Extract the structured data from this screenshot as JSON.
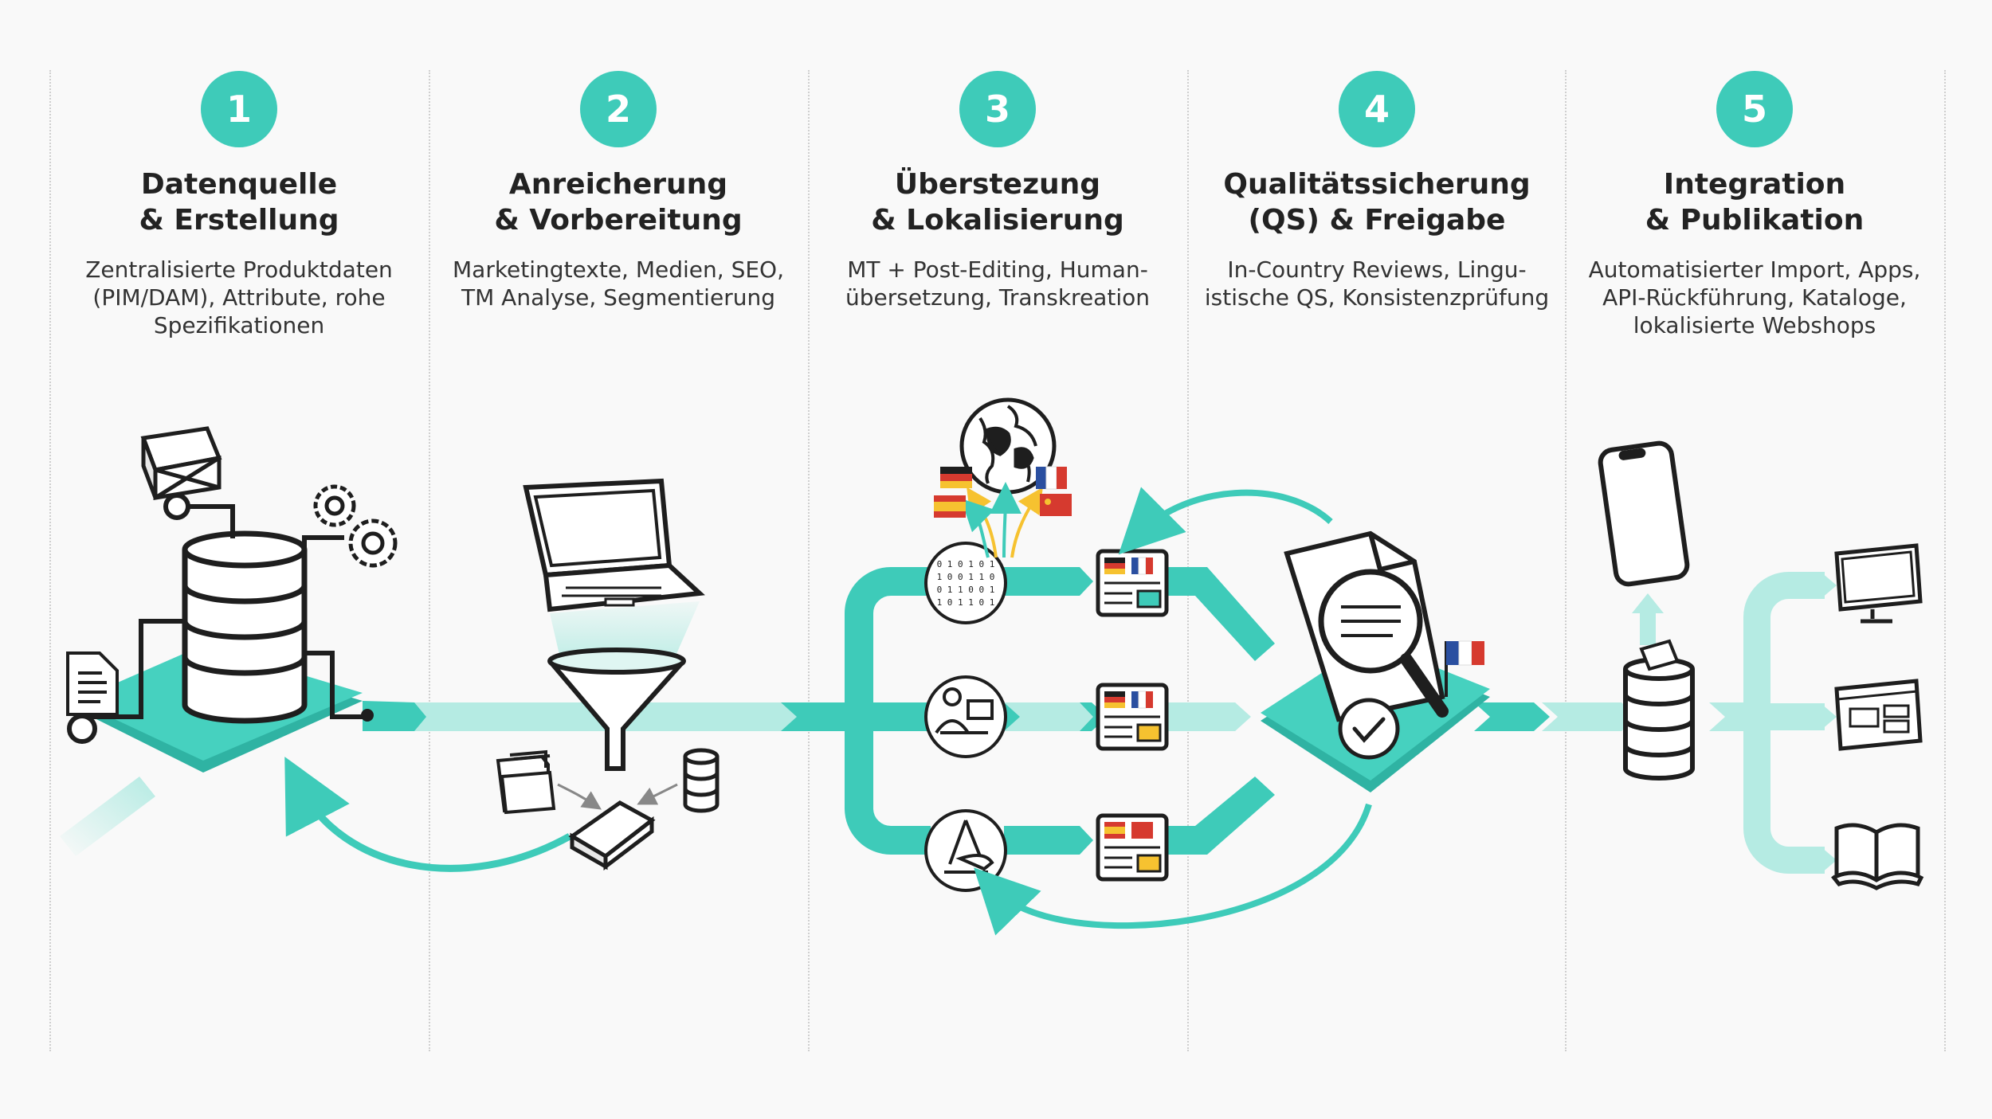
{
  "stages": [
    {
      "number": "1",
      "title": [
        "Datenquelle",
        "& Erstellung"
      ],
      "desc": [
        "Zentralisierte Produktdaten",
        "(PIM/DAM), Attribute, rohe",
        "Spezifikationen"
      ]
    },
    {
      "number": "2",
      "title": [
        "Anreicherung",
        "& Vorbereitung"
      ],
      "desc": [
        "Marketingtexte, Medien, SEO,",
        "TM Analyse, Segmentierung"
      ]
    },
    {
      "number": "3",
      "title": [
        "Überstezung",
        "& Lokalisierung"
      ],
      "desc": [
        "MT + Post-Editing, Human-",
        "übersetzung, Transkreation"
      ]
    },
    {
      "number": "4",
      "title": [
        "Qualitätssicherung",
        "(QS) & Freigabe"
      ],
      "desc": [
        "In-Country Reviews, Lingu-",
        "istische QS, Konsistenzprüfung"
      ]
    },
    {
      "number": "5",
      "title": [
        "Integration",
        "& Publikation"
      ],
      "desc": [
        "Automatisierter Import, Apps,",
        "API-Rückführung, Kataloge,",
        "lokalisierte Webshops"
      ]
    }
  ],
  "colors": {
    "accent": "#3ecbb9",
    "accent_light": "#b5ebe3",
    "ink": "#1e1e1e",
    "flag_yellow": "#f6c230",
    "flag_red": "#d63a2f",
    "flag_blue": "#2a4fa0"
  },
  "icons": [
    "database-icon",
    "box-icon",
    "gears-icon",
    "document-icon",
    "laptop-icon",
    "funnel-icon",
    "folder-icon",
    "book-icon",
    "globe-icon",
    "flag-icon",
    "binary-icon",
    "translator-icon",
    "design-tools-icon",
    "magnifier-icon",
    "check-icon",
    "smartphone-icon",
    "monitor-icon",
    "browser-icon",
    "open-book-icon"
  ]
}
